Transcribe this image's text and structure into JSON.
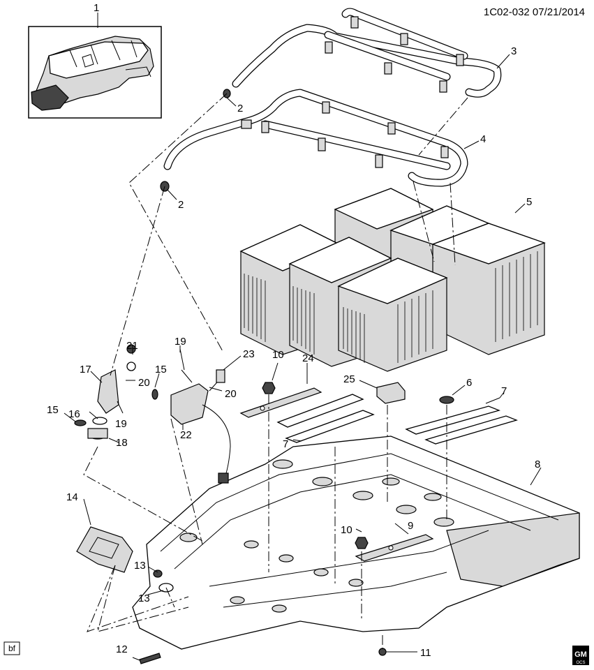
{
  "header": {
    "reference": "1C02-032  07/21/2014"
  },
  "callouts": [
    {
      "id": "c1",
      "label": "1"
    },
    {
      "id": "c2a",
      "label": "2"
    },
    {
      "id": "c2b",
      "label": "2"
    },
    {
      "id": "c3",
      "label": "3"
    },
    {
      "id": "c4",
      "label": "4"
    },
    {
      "id": "c5",
      "label": "5"
    },
    {
      "id": "c6",
      "label": "6"
    },
    {
      "id": "c7a",
      "label": "7"
    },
    {
      "id": "c7b",
      "label": "7"
    },
    {
      "id": "c8",
      "label": "8"
    },
    {
      "id": "c9",
      "label": "9"
    },
    {
      "id": "c10a",
      "label": "10"
    },
    {
      "id": "c10b",
      "label": "10"
    },
    {
      "id": "c11",
      "label": "11"
    },
    {
      "id": "c12",
      "label": "12"
    },
    {
      "id": "c13a",
      "label": "13"
    },
    {
      "id": "c13b",
      "label": "13"
    },
    {
      "id": "c14",
      "label": "14"
    },
    {
      "id": "c15a",
      "label": "15"
    },
    {
      "id": "c15b",
      "label": "15"
    },
    {
      "id": "c16",
      "label": "16"
    },
    {
      "id": "c17",
      "label": "17"
    },
    {
      "id": "c18",
      "label": "18"
    },
    {
      "id": "c19a",
      "label": "19"
    },
    {
      "id": "c19b",
      "label": "19"
    },
    {
      "id": "c20a",
      "label": "20"
    },
    {
      "id": "c20b",
      "label": "20"
    },
    {
      "id": "c21",
      "label": "21"
    },
    {
      "id": "c22",
      "label": "22"
    },
    {
      "id": "c23",
      "label": "23"
    },
    {
      "id": "c24",
      "label": "24"
    },
    {
      "id": "c25",
      "label": "25"
    }
  ],
  "footer": {
    "corner_tag": "bf",
    "brand_top": "GM",
    "brand_bottom": "OCS"
  }
}
